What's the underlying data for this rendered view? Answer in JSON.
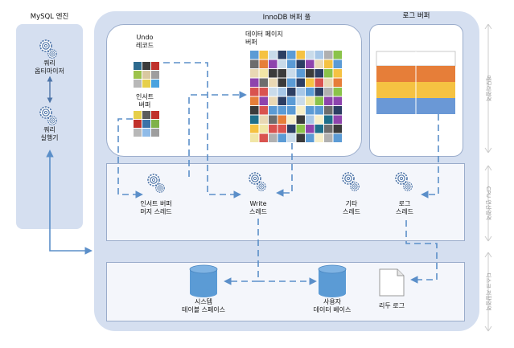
{
  "mysql_engine": {
    "title": "MySQL 엔진",
    "optimizer_line1": "쿼리",
    "optimizer_line2": "옵티마이저",
    "executor_line1": "쿼리",
    "executor_line2": "실행기"
  },
  "innodb": {
    "title": "InnoDB 버퍼 풀",
    "undo_line1": "Undo",
    "undo_line2": "레코드",
    "insert_buffer_line1": "인서트",
    "insert_buffer_line2": "버퍼",
    "data_page_line1": "데이터 페이지",
    "data_page_line2": "버퍼"
  },
  "log_buffer": {
    "title": "로그 버퍼"
  },
  "threads": {
    "insert_merge_line1": "인서트 버퍼",
    "insert_merge_line2": "머지 스레드",
    "write_line1": "Write",
    "write_line2": "스레드",
    "other_line1": "기타",
    "other_line2": "스레드",
    "log_line1": "로그",
    "log_line2": "스레드"
  },
  "disk": {
    "system_line1": "시스템",
    "system_line2": "테이블 스페이스",
    "user_line1": "사용자",
    "user_line2": "데이터 베이스",
    "redo_log": "리두 로그"
  },
  "side_labels": {
    "memory": "메모리영역",
    "cpu": "CPU 연산영역",
    "disk": "디스크 저장영역"
  },
  "colors": {
    "panel": "#d5dff0",
    "arrow": "#5b8fc9",
    "gear": "#4d74a8",
    "log_orange": "#e67e39",
    "log_yellow": "#f5c242",
    "log_blue": "#6a98d6"
  }
}
